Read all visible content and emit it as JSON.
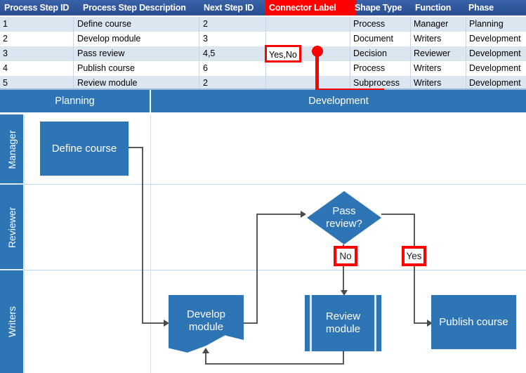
{
  "table": {
    "headers": [
      "Process Step ID",
      "Process Step Description",
      "Next Step ID",
      "Connector Label",
      "Shape Type",
      "Function",
      "Phase"
    ],
    "highlight_header": "Connector Label",
    "highlight_color": "#ff0000",
    "rows": [
      {
        "id": "1",
        "description": "Define course",
        "next": "2",
        "connector": "",
        "shape": "Process",
        "function": "Manager",
        "phase": "Planning"
      },
      {
        "id": "2",
        "description": "Develop module",
        "next": "3",
        "connector": "",
        "shape": "Document",
        "function": "Writers",
        "phase": "Development"
      },
      {
        "id": "3",
        "description": "Pass review",
        "next": "4,5",
        "connector": "Yes,No",
        "shape": "Decision",
        "function": "Reviewer",
        "phase": "Development"
      },
      {
        "id": "4",
        "description": "Publish course",
        "next": "6",
        "connector": "",
        "shape": "Process",
        "function": "Writers",
        "phase": "Development"
      },
      {
        "id": "5",
        "description": "Review module",
        "next": "2",
        "connector": "",
        "shape": "Subprocess",
        "function": "Writers",
        "phase": "Development"
      }
    ],
    "highlighted_cell_value": "Yes,No"
  },
  "diagram": {
    "phases": [
      {
        "label": "Planning"
      },
      {
        "label": "Development"
      }
    ],
    "lanes": [
      {
        "label": "Manager"
      },
      {
        "label": "Reviewer"
      },
      {
        "label": "Writers"
      }
    ],
    "nodes": [
      {
        "key": "define",
        "label": "Define course",
        "shape": "process"
      },
      {
        "key": "develop",
        "label": "Develop\nmodule",
        "shape": "document"
      },
      {
        "key": "pass",
        "label": "Pass\nreview?",
        "shape": "decision"
      },
      {
        "key": "review",
        "label": "Review\nmodule",
        "shape": "subprocess"
      },
      {
        "key": "publish",
        "label": "Publish course",
        "shape": "process"
      }
    ],
    "connector_labels": [
      {
        "key": "no",
        "label": "No"
      },
      {
        "key": "yes",
        "label": "Yes"
      }
    ],
    "shape_fill": "#2e75b6",
    "lane_header_fill": "#2e75b6",
    "connector_color": "#5a5a5a"
  },
  "annotation": {
    "color": "#ff0000",
    "callout_source": "Yes,No",
    "callout_targets": [
      "No",
      "Yes"
    ]
  }
}
